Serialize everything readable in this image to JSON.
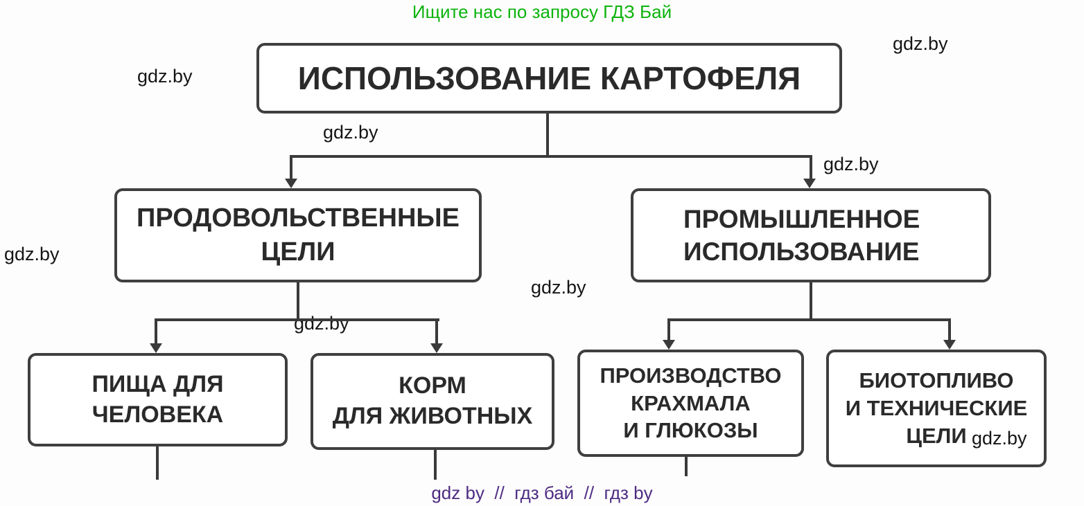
{
  "page": {
    "header_text": "Ищите нас по запросу ГДЗ Бай",
    "watermark": "gdz.by",
    "footer_text": "gdz by  //  гдз бай  //  гдз by"
  },
  "colors": {
    "header_green": "#0db30d",
    "footer_purple": "#4e2c82",
    "box_border": "#3f3f3f",
    "box_text": "#2a2a2a",
    "connector": "#3a3a3a",
    "watermark_text": "#151515",
    "background": "#fdfdfd"
  },
  "diagram": {
    "type": "flowchart",
    "title": "ИСПОЛЬЗОВАНИЕ КАРТОФЕЛЯ",
    "nodes": {
      "root": {
        "lines": [
          "ИСПОЛЬЗОВАНИЕ КАРТОФЕЛЯ"
        ]
      },
      "food": {
        "lines": [
          "ПРОДОВОЛЬСТВЕННЫЕ",
          "ЦЕЛИ"
        ]
      },
      "industrial": {
        "lines": [
          "ПРОМЫШЛЕННОЕ",
          "ИСПОЛЬЗОВАНИЕ"
        ]
      },
      "human_food": {
        "lines": [
          "ПИЩА ДЛЯ",
          "ЧЕЛОВЕКА"
        ]
      },
      "animal_feed": {
        "lines": [
          "КОРМ",
          "ДЛЯ ЖИВОТНЫХ"
        ]
      },
      "starch": {
        "lines": [
          "ПРОИЗВОДСТВО",
          "КРАХМАЛА",
          "И ГЛЮКОЗЫ"
        ]
      },
      "biofuel": {
        "lines": [
          "БИОТОПЛИВО",
          "И ТЕХНИЧЕСКИЕ",
          "ЦЕЛИ"
        ]
      }
    },
    "edges": [
      {
        "from": "root",
        "to": "food"
      },
      {
        "from": "root",
        "to": "industrial"
      },
      {
        "from": "food",
        "to": "human_food"
      },
      {
        "from": "food",
        "to": "animal_feed"
      },
      {
        "from": "industrial",
        "to": "starch"
      },
      {
        "from": "industrial",
        "to": "biofuel"
      }
    ]
  }
}
